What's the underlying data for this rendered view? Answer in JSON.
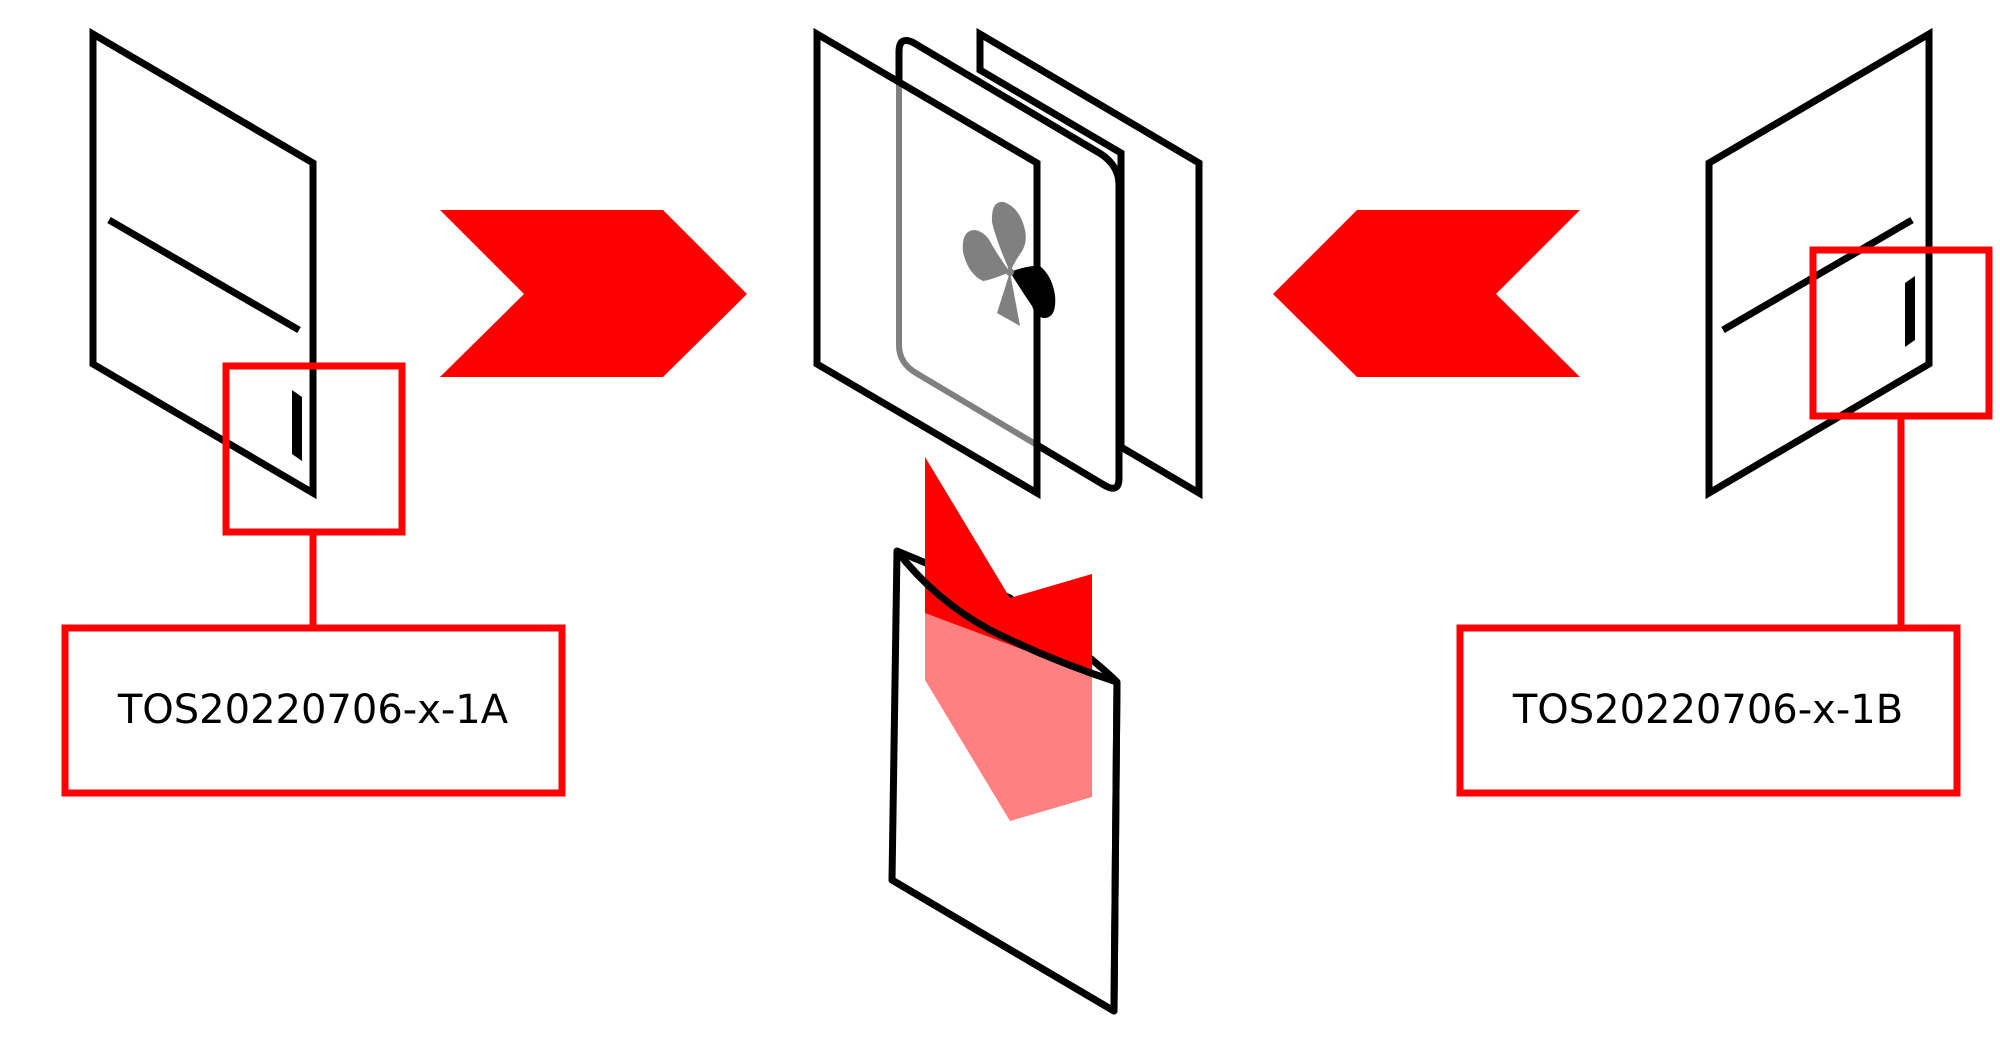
{
  "colors": {
    "accent": "#ff0000",
    "accent_light": "#ff8080",
    "stroke": "#000000",
    "fan_gray": "#808080",
    "background": "#ffffff"
  },
  "labels": {
    "left": "TOS20220706-x-1A",
    "right": "TOS20220706-x-1B"
  },
  "icons": {
    "left_arrow": "chevron-right-arrow",
    "right_arrow": "chevron-left-arrow",
    "bottom_arrow": "curved-down-arrow",
    "fan": "fan-icon"
  }
}
